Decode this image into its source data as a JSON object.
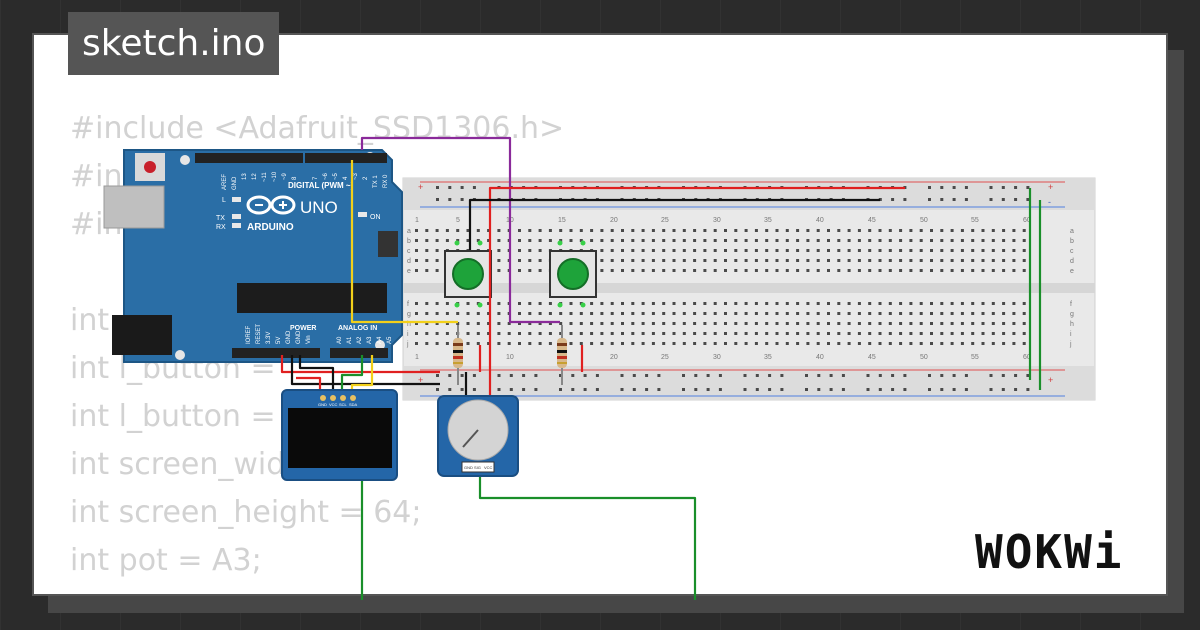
{
  "title": "sketch.ino",
  "code_lines": [
    "#include <Adafruit_SSD1306.h>",
    "#inc",
    "#in",
    "",
    "int",
    "int l_button =",
    "int l_button = 3",
    "int screen_wid        3;",
    "int screen_height = 64;",
    "int pot = A3;"
  ],
  "arduino": {
    "brand": "ARDUINO",
    "model": "UNO",
    "header_digital": "DIGITAL (PWM ~)",
    "header_power": "POWER",
    "header_analog": "ANALOG IN",
    "on_label": "ON",
    "l_label": "L",
    "tx_label": "TX",
    "rx_label": "RX",
    "aref": "AREF",
    "gnd": "GND",
    "pin_13": "13",
    "pin_12": "12",
    "pin_11": "~11",
    "pin_10": "~10",
    "pin_9": "~9",
    "pin_8": "8",
    "pin_7": "7",
    "pin_6": "~6",
    "pin_5": "~5",
    "pin_4": "4",
    "pin_3": "~3",
    "pin_2": "2",
    "pin_tx": "TX 1",
    "pin_rx": "RX 0",
    "ioref": "IOREF",
    "reset": "RESET",
    "v33": "3.3V",
    "v5": "5V",
    "gnd2": "GND",
    "vin": "Vin",
    "a0": "A0",
    "a1": "A1",
    "a2": "A2",
    "a3": "A3",
    "a4": "A4",
    "a5": "A5"
  },
  "breadboard": {
    "cols": [
      "1",
      "5",
      "10",
      "15",
      "20",
      "25",
      "30",
      "35",
      "40",
      "45",
      "50",
      "55",
      "60"
    ],
    "rows_top": [
      "a",
      "b",
      "c",
      "d",
      "e"
    ],
    "rows_bottom": [
      "f",
      "g",
      "h",
      "i",
      "j"
    ],
    "plus": "+",
    "minus": "-"
  },
  "oled": {
    "pins": [
      "GND",
      "VCC",
      "SCL",
      "SDA"
    ]
  },
  "pot": {
    "pins": [
      "GND",
      "SIG",
      "VCC"
    ]
  },
  "brand_logo": "WOKWi",
  "colors": {
    "board": "#2a6ea6",
    "button_cap": "#1ea33a",
    "wire_red": "#e02020",
    "wire_black": "#111111",
    "wire_yellow": "#f2d01a",
    "wire_green": "#1a8f2a",
    "wire_purple": "#8a2a9a"
  }
}
